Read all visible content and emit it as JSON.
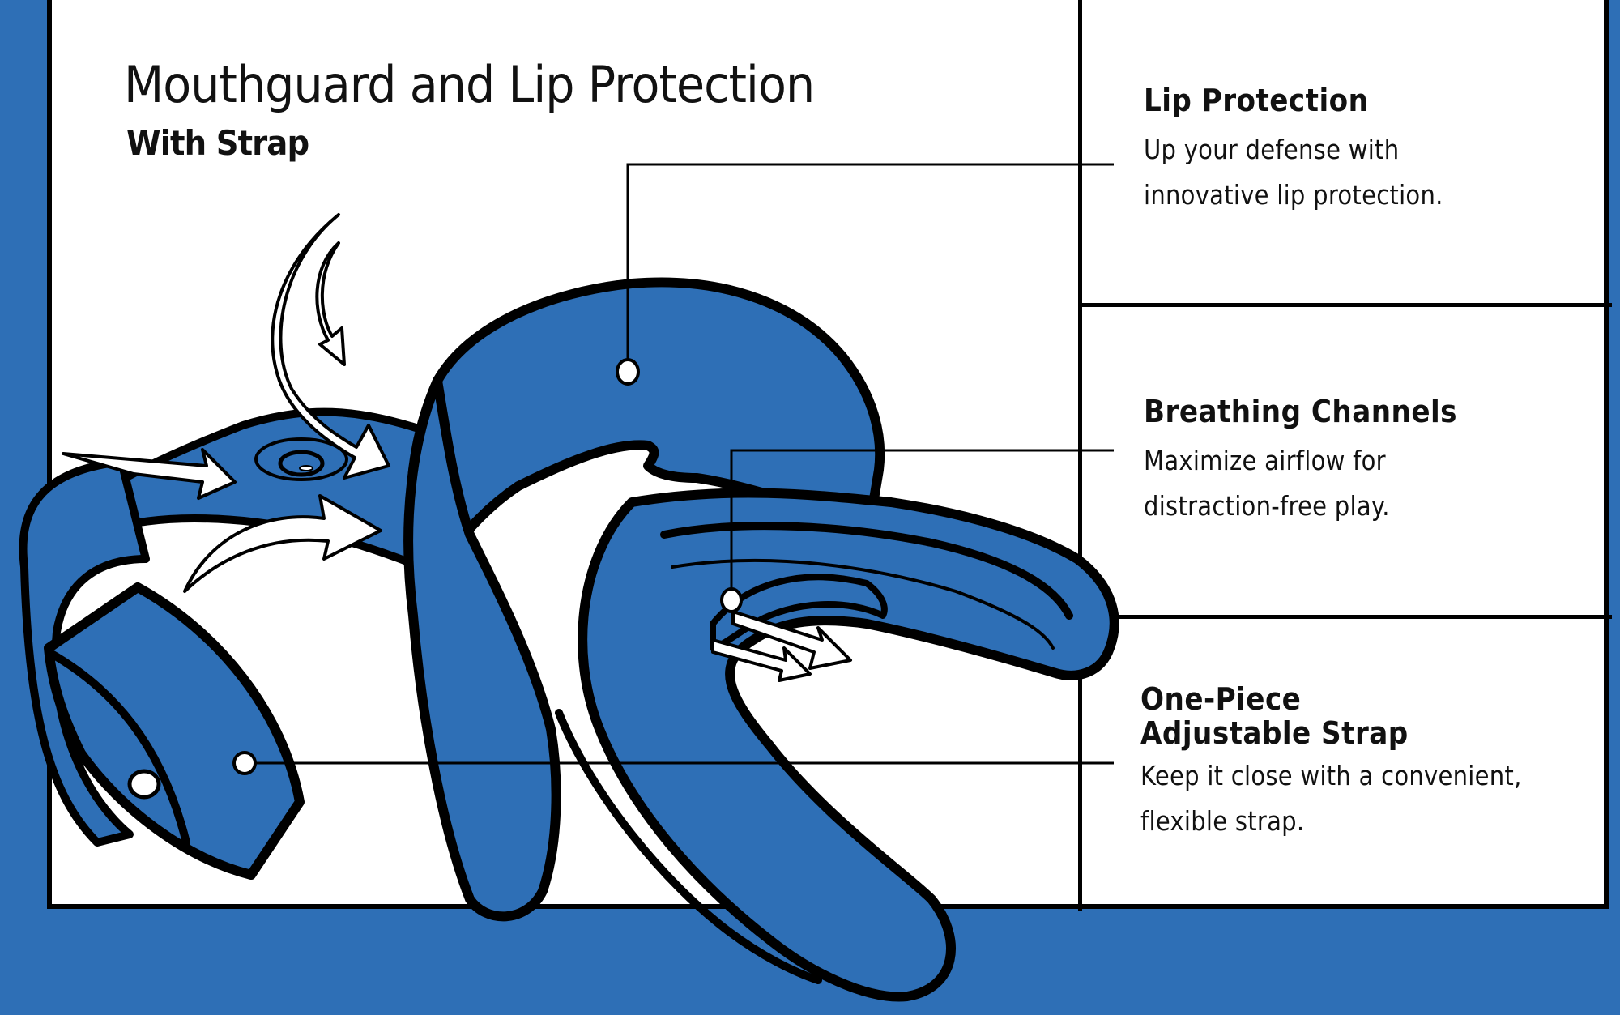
{
  "header": {
    "title": "Mouthguard and Lip Protection",
    "subtitle": "With Strap"
  },
  "features": [
    {
      "heading": "Lip Protection",
      "description_lines": [
        "Up your defense with",
        "innovative lip protection."
      ]
    },
    {
      "heading": "Breathing Channels",
      "description_lines": [
        "Maximize airflow for",
        "distraction-free play."
      ]
    },
    {
      "heading_lines": [
        "One-Piece",
        "Adjustable Strap"
      ],
      "description_lines": [
        "Keep it close with a convenient,",
        "flexible strap."
      ]
    }
  ],
  "colors": {
    "brand_blue": "#2e6fb6",
    "outline": "#000000",
    "panel": "#ffffff"
  },
  "illustration": {
    "subject": "blue mouthguard with lip shield and strap",
    "callout_points": [
      "lip-shield",
      "breathing-channel",
      "strap"
    ]
  }
}
